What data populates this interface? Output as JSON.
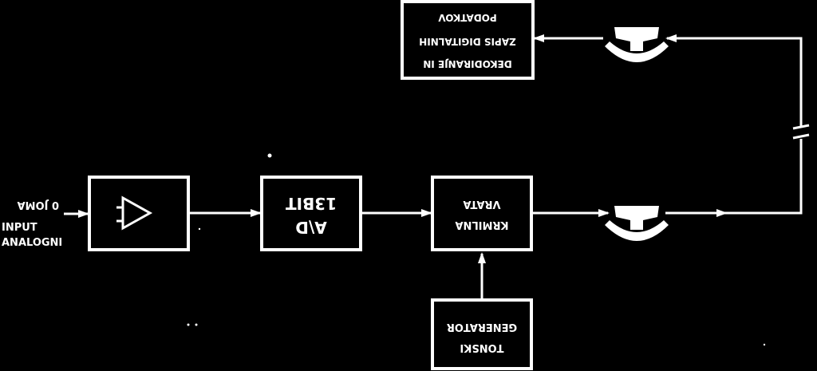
{
  "colors": {
    "background": "#000000",
    "ink": "#ffffff"
  },
  "labels": {
    "input_line1": "0 JOMA",
    "input_line2": "INPUT",
    "input_line3": "ANALOGNI",
    "adc_line1": "13BIT",
    "adc_line2": "A\\D",
    "modulator_line1": "VRATA",
    "modulator_line2": "KRMILNA",
    "generator_line1": "GENERATOR",
    "generator_line2": "TONSKI",
    "decoder_line1": "PODATKOV",
    "decoder_line2": "ZAPIS DIGITALNIH",
    "decoder_line3": "DEKODIRANJE IN"
  },
  "icons": {
    "amplifier": "amplifier-triangle-icon",
    "record_head": "recording-head-icon",
    "playback_head": "playback-head-icon",
    "channel_break": "capacitor-break-icon"
  }
}
